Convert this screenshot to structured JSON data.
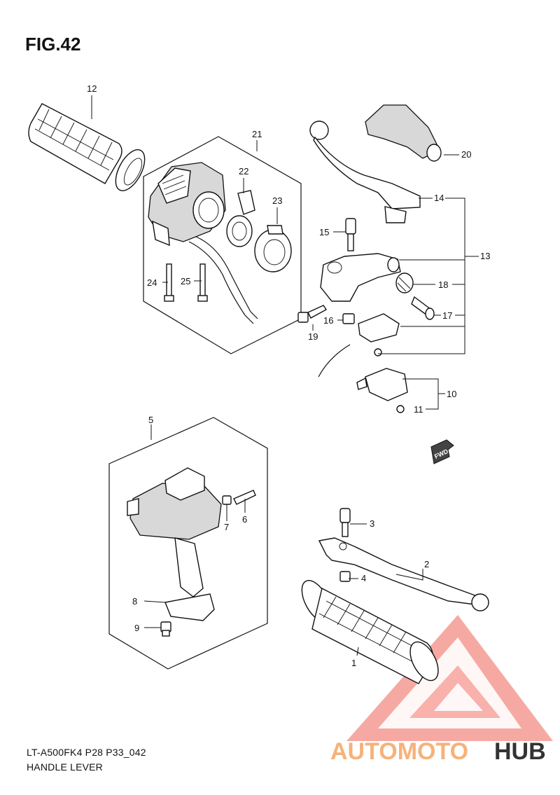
{
  "figure": {
    "title": "FIG.42"
  },
  "footer": {
    "model_code": "LT-A500FK4 P28 P33_042",
    "section_name": "HANDLE LEVER"
  },
  "callouts": {
    "c1": "1",
    "c2": "2",
    "c3": "3",
    "c4": "4",
    "c5": "5",
    "c6": "6",
    "c7": "7",
    "c8": "8",
    "c9": "9",
    "c10": "10",
    "c11": "11",
    "c12": "12",
    "c13": "13",
    "c14": "14",
    "c15": "15",
    "c16": "16",
    "c17": "17",
    "c18": "18",
    "c19": "19",
    "c20": "20",
    "c21": "21",
    "c22": "22",
    "c23": "23",
    "c24": "24",
    "c25": "25"
  },
  "fwd_badge": "FWD",
  "watermark": {
    "part1": "AUTOMOTO",
    "part2": "HUB",
    "color_primary": "#f0524e",
    "color_secondary": "#f6b27a",
    "color_dark": "#333333"
  }
}
